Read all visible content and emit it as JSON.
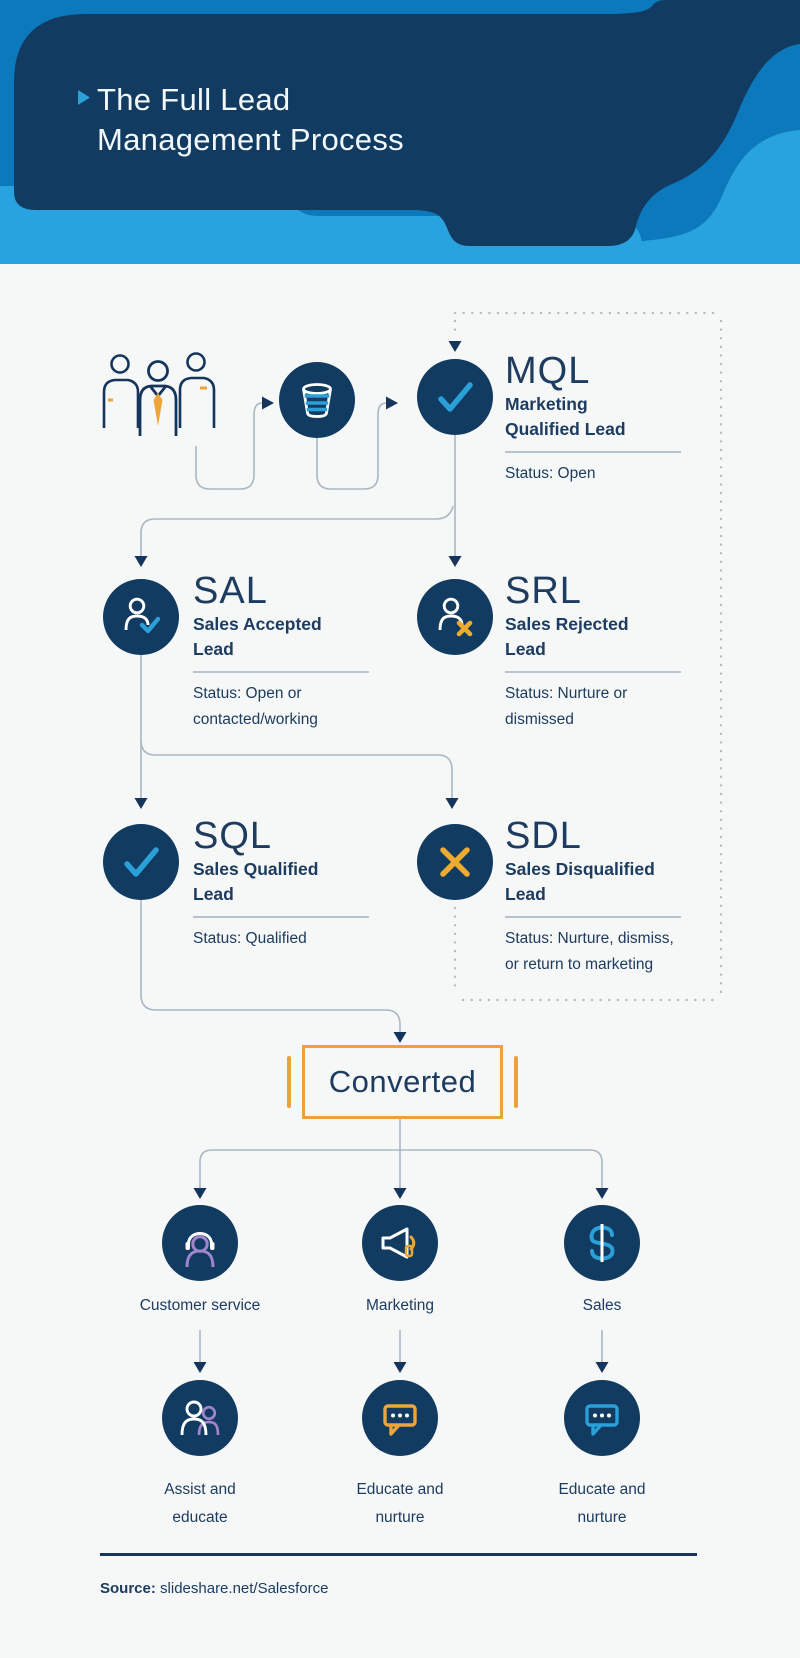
{
  "header": {
    "title_line1": "The Full Lead",
    "title_line2": "Management Process",
    "bullet_icon": "play-bullet-icon"
  },
  "intake": {
    "people_icon": "people-group-icon",
    "bucket_icon": "lead-bucket-icon"
  },
  "stages": [
    {
      "acronym": "MQL",
      "name_line1": "Marketing",
      "name_line2": "Qualified Lead",
      "status_line1": "Status: Open",
      "status_line2": "",
      "icon": "check-icon"
    },
    {
      "acronym": "SAL",
      "name_line1": "Sales Accepted",
      "name_line2": "Lead",
      "status_line1": "Status: Open or",
      "status_line2": "contacted/working",
      "icon": "person-check-icon"
    },
    {
      "acronym": "SRL",
      "name_line1": "Sales Rejected",
      "name_line2": "Lead",
      "status_line1": "Status: Nurture or",
      "status_line2": "dismissed",
      "icon": "person-x-icon"
    },
    {
      "acronym": "SQL",
      "name_line1": "Sales Qualified",
      "name_line2": "Lead",
      "status_line1": "Status: Qualified",
      "status_line2": "",
      "icon": "check-icon"
    },
    {
      "acronym": "SDL",
      "name_line1": "Sales Disqualified",
      "name_line2": "Lead",
      "status_line1": "Status: Nurture, dismiss,",
      "status_line2": "or return to marketing",
      "icon": "x-icon"
    }
  ],
  "converted": {
    "label": "Converted"
  },
  "branches": [
    {
      "label": "Customer service",
      "icon": "headset-person-icon",
      "outcome_line1": "Assist and",
      "outcome_line2": "educate",
      "outcome_icon": "two-people-icon"
    },
    {
      "label": "Marketing",
      "icon": "megaphone-icon",
      "outcome_line1": "Educate and",
      "outcome_line2": "nurture",
      "outcome_icon": "chat-bubble-orange-icon"
    },
    {
      "label": "Sales",
      "icon": "dollar-icon",
      "outcome_line1": "Educate and",
      "outcome_line2": "nurture",
      "outcome_icon": "chat-bubble-blue-icon"
    }
  ],
  "footer": {
    "source_label": "Source:",
    "source_value": "slideshare.net/Salesforce"
  },
  "colors": {
    "navy": "#113b61",
    "text_navy": "#1d3c60",
    "accent_blue": "#2b9fd8",
    "gold": "#edab2f",
    "orange": "#eda13c",
    "purple": "#a185cc",
    "connector_gray": "#aab8c4",
    "dotted_gray": "#b6bcc2",
    "rule_gray": "#b9c3cb",
    "header_medium_blue": "#0c79bc",
    "header_bright_blue": "#29a2e0",
    "background": "#f6f7f7",
    "title_white": "#f2f8fc"
  }
}
